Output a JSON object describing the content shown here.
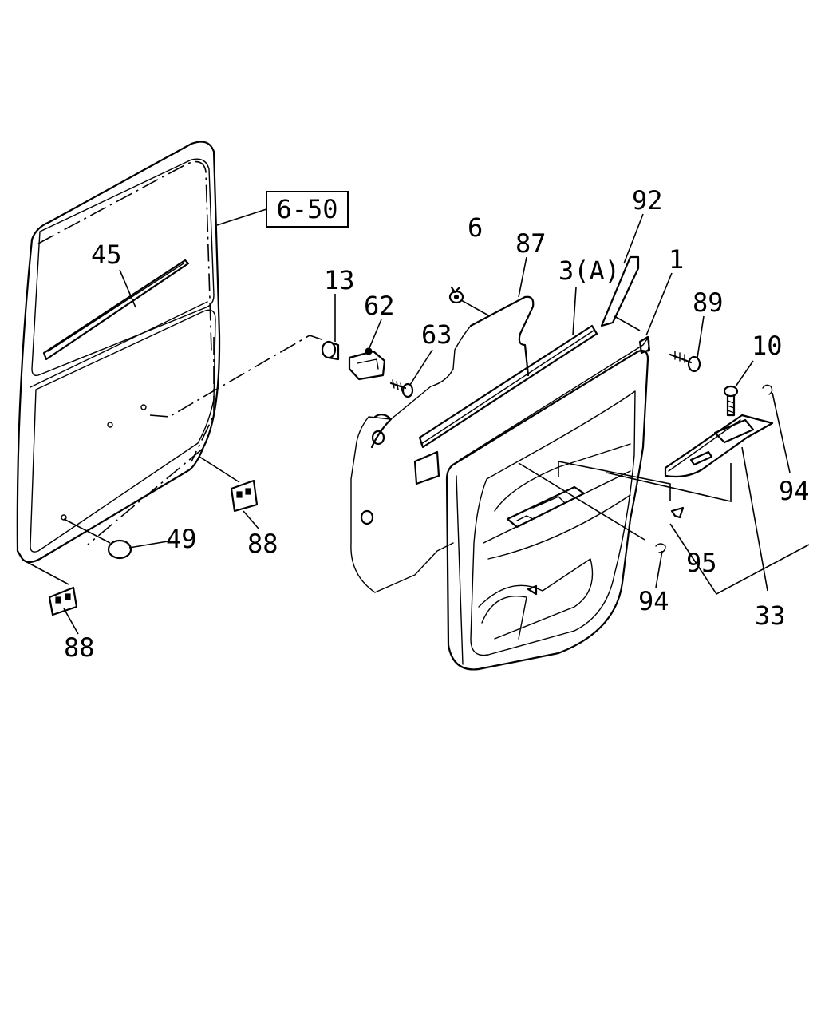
{
  "ref_box": {
    "label": "6-50"
  },
  "callouts": [
    {
      "id": "45",
      "label": "45"
    },
    {
      "id": "13",
      "label": "13"
    },
    {
      "id": "62",
      "label": "62"
    },
    {
      "id": "63",
      "label": "63"
    },
    {
      "id": "6",
      "label": "6"
    },
    {
      "id": "87",
      "label": "87"
    },
    {
      "id": "3a",
      "label": "3(A)"
    },
    {
      "id": "92",
      "label": "92"
    },
    {
      "id": "1",
      "label": "1"
    },
    {
      "id": "89",
      "label": "89"
    },
    {
      "id": "10",
      "label": "10"
    },
    {
      "id": "94a",
      "label": "94"
    },
    {
      "id": "94b",
      "label": "94"
    },
    {
      "id": "95",
      "label": "95"
    },
    {
      "id": "33",
      "label": "33"
    },
    {
      "id": "49",
      "label": "49"
    },
    {
      "id": "88a",
      "label": "88"
    },
    {
      "id": "88b",
      "label": "88"
    }
  ]
}
